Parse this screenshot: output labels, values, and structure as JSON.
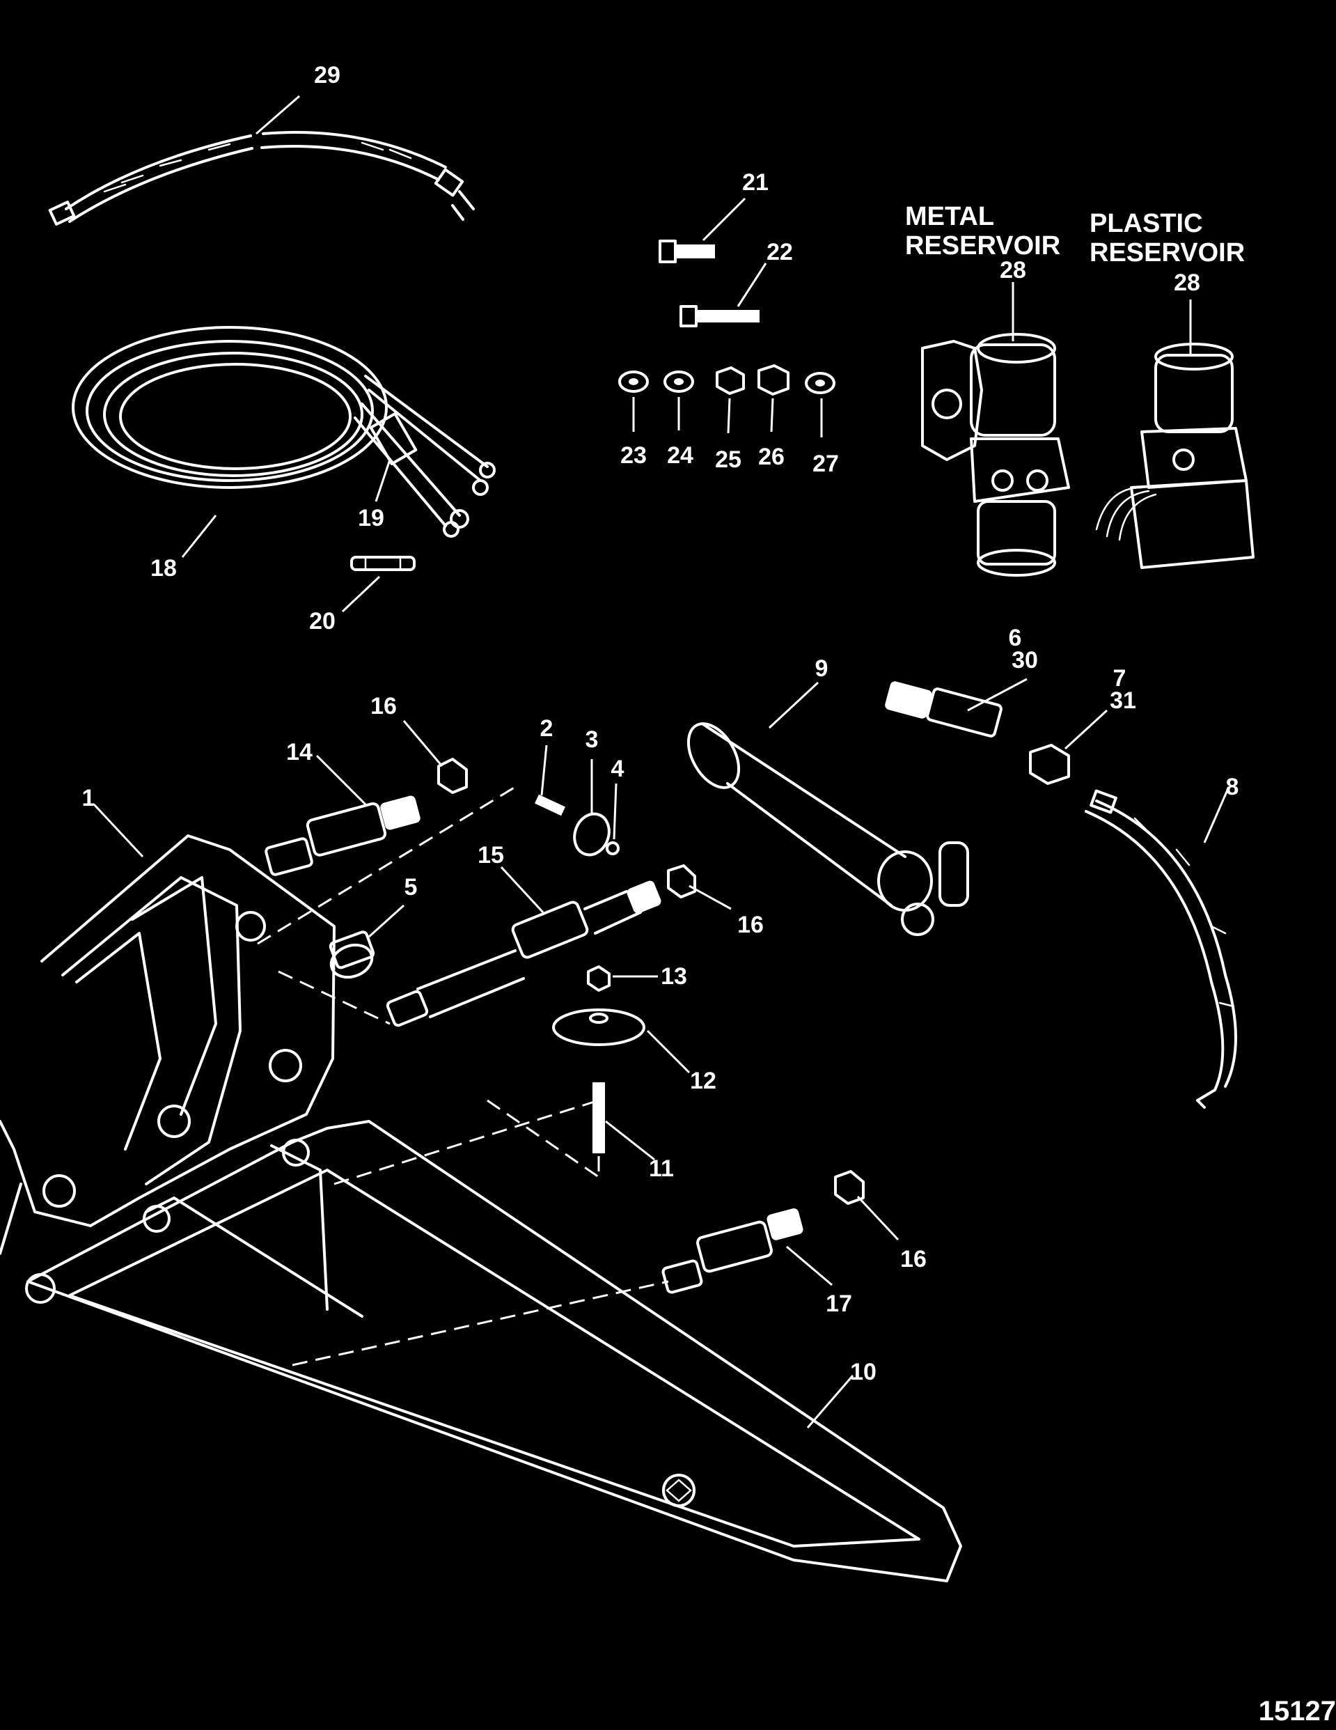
{
  "diagram": {
    "figure_number": "15127",
    "captions": {
      "metal_reservoir_line1": "METAL",
      "metal_reservoir_line2": "RESERVOIR",
      "plastic_reservoir_line1": "PLASTIC",
      "plastic_reservoir_line2": "RESERVOIR"
    },
    "callouts": {
      "c1": "1",
      "c2": "2",
      "c3": "3",
      "c4": "4",
      "c5": "5",
      "c6": "6",
      "c30": "30",
      "c7": "7",
      "c31": "31",
      "c8": "8",
      "c9": "9",
      "c10": "10",
      "c11": "11",
      "c12": "12",
      "c13": "13",
      "c14": "14",
      "c15": "15",
      "c16a": "16",
      "c16b": "16",
      "c16c": "16",
      "c17": "17",
      "c18": "18",
      "c19": "19",
      "c20": "20",
      "c21": "21",
      "c22": "22",
      "c23": "23",
      "c24": "24",
      "c25": "25",
      "c26": "26",
      "c27": "27",
      "c28a": "28",
      "c28b": "28",
      "c29": "29"
    },
    "colors": {
      "background": "#000000",
      "line": "#ffffff"
    }
  }
}
